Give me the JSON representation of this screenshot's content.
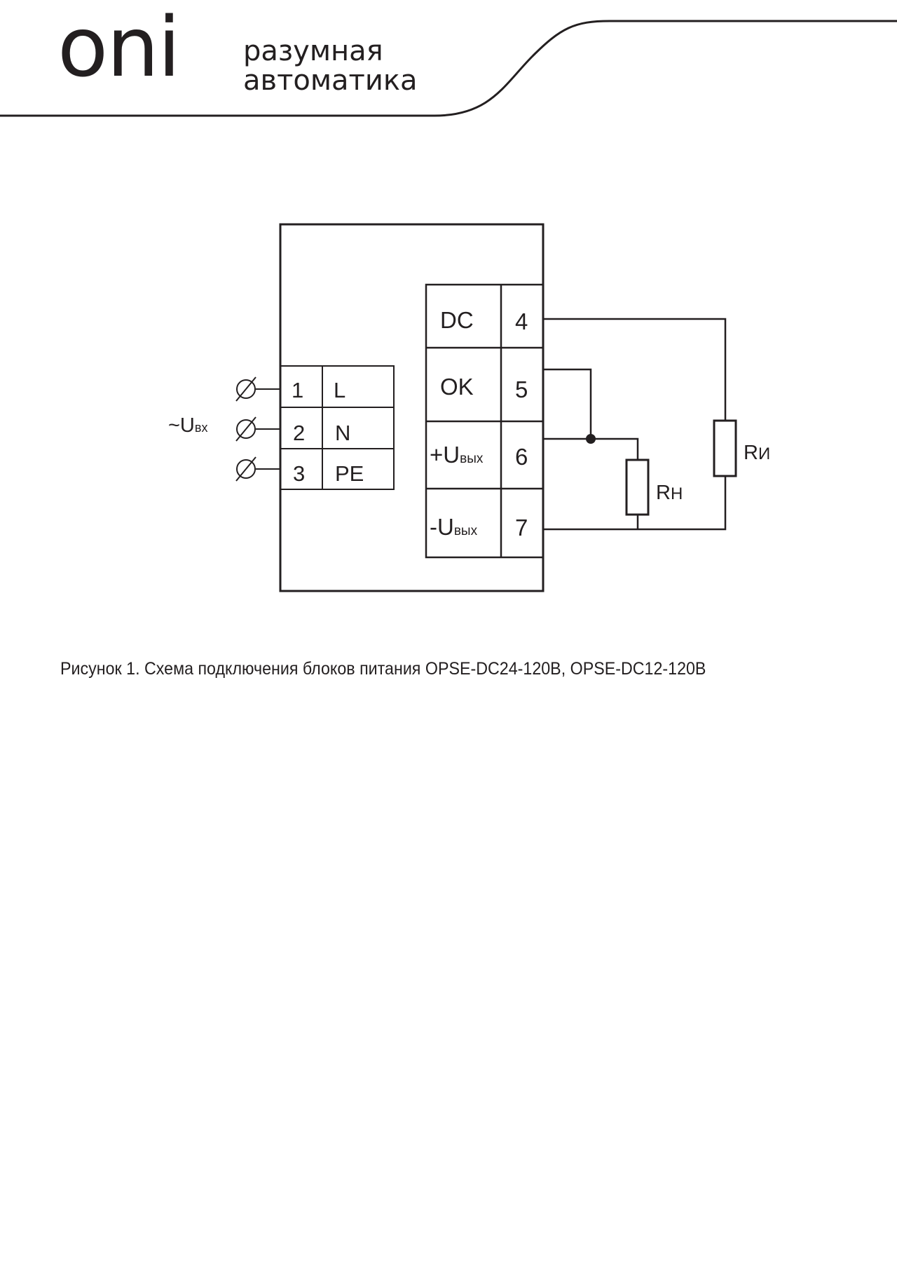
{
  "header": {
    "logo": "oni",
    "tagline_line1": "разумная",
    "tagline_line2": "автоматика"
  },
  "diagram": {
    "input_label_main": "~U",
    "input_label_sub": "вх",
    "input_terminals": [
      {
        "num": "1",
        "label": "L"
      },
      {
        "num": "2",
        "label": "N"
      },
      {
        "num": "3",
        "label": "PE"
      }
    ],
    "output_terminals": [
      {
        "num": "4",
        "label": "DC",
        "label_sub": ""
      },
      {
        "num": "5",
        "label": "OK",
        "label_sub": ""
      },
      {
        "num": "6",
        "label": "+U",
        "label_sub": "вых"
      },
      {
        "num": "7",
        "label": "-U",
        "label_sub": "вых"
      }
    ],
    "resistor_load": {
      "main": "R",
      "sub": "Н"
    },
    "resistor_indicator": {
      "main": "R",
      "sub": "И"
    }
  },
  "caption": "Рисунок 1. Схема подключения блоков питания OPSE-DC24-120B, OPSE-DC12-120B",
  "colors": {
    "ink": "#231f20"
  }
}
